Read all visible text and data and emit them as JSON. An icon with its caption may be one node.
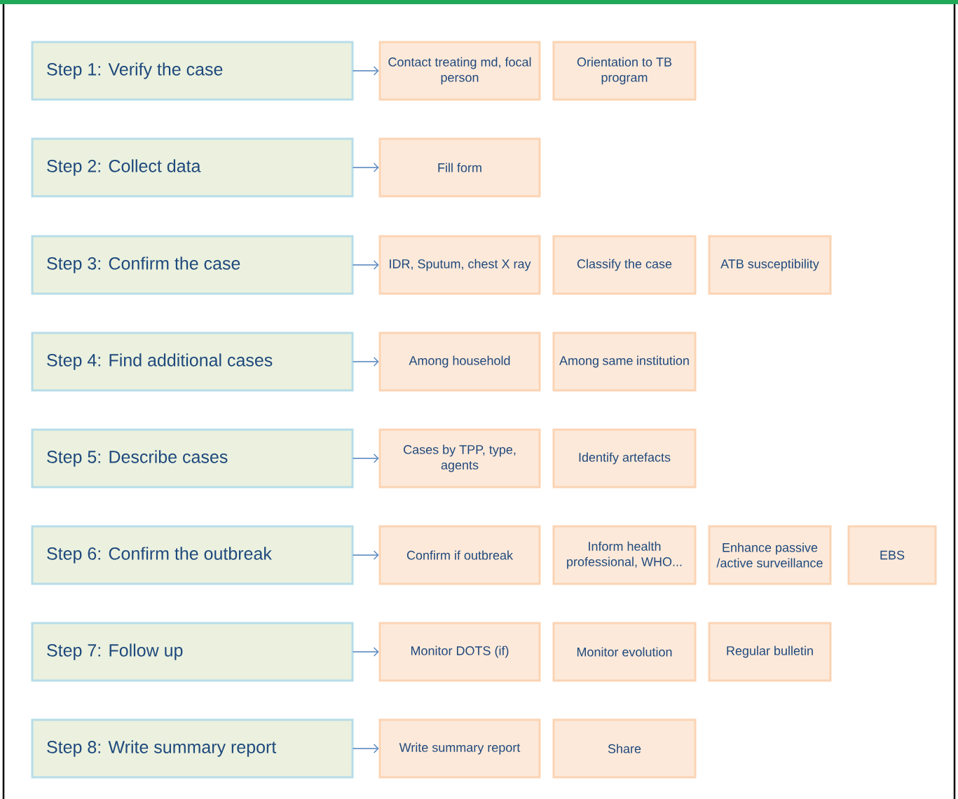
{
  "diagram": {
    "nodes": [
      {
        "text": [
          "Step 1: Verify the case"
        ]
      },
      {
        "text": [
          "Contact treating md, focal person"
        ]
      },
      {
        "text": [
          "Orientation to TB program"
        ]
      },
      {
        "text": [
          "Step 2: Collect data"
        ]
      },
      {
        "text": [
          "Fill form"
        ]
      },
      {
        "text": [
          "Step 3: Confirm the case"
        ]
      },
      {
        "text": [
          "IDR, Sputum, chest X ray"
        ]
      },
      {
        "text": [
          "Classify the case"
        ]
      },
      {
        "text": [
          "ATB susceptibility"
        ]
      },
      {
        "text": [
          "Step 4: Find additional cases"
        ]
      },
      {
        "text": [
          "Among household"
        ]
      },
      {
        "text": [
          "Among same institution"
        ]
      },
      {
        "text": [
          "Step 5: Describe cases"
        ]
      },
      {
        "text": [
          "Cases by TPP, type, agents"
        ]
      },
      {
        "text": [
          "Identify artefacts"
        ]
      },
      {
        "text": [
          "Step 6: Confirm the outbreak"
        ]
      },
      {
        "text": [
          "Confirm if outbreak"
        ]
      },
      {
        "text": [
          "Inform health professional, WHO..."
        ]
      },
      {
        "text": [
          "Enhance passive /active surveillance"
        ]
      },
      {
        "text": [
          "EBS"
        ]
      },
      {
        "text": [
          "Step 7: Follow up"
        ]
      },
      {
        "text": [
          "Monitor DOTS (if)"
        ]
      },
      {
        "text": [
          "Monitor evolution"
        ]
      },
      {
        "text": [
          "Regular bulletin"
        ]
      },
      {
        "text": [
          "Step 8: Write summary report"
        ]
      },
      {
        "text": [
          "Write summary report"
        ]
      },
      {
        "text": [
          "Share"
        ]
      }
    ],
    "edges": [
      {
        "from": 0,
        "to": 1,
        "arrow": "to"
      },
      {
        "from": 3,
        "to": 4,
        "arrow": "to"
      },
      {
        "from": 5,
        "to": 6,
        "arrow": "to"
      },
      {
        "from": 9,
        "to": 10,
        "arrow": "to"
      },
      {
        "from": 12,
        "to": 13,
        "arrow": "to"
      },
      {
        "from": 15,
        "to": 16,
        "arrow": "to"
      },
      {
        "from": 20,
        "to": 21,
        "arrow": "to"
      },
      {
        "from": 24,
        "to": 25,
        "arrow": "to"
      }
    ]
  }
}
